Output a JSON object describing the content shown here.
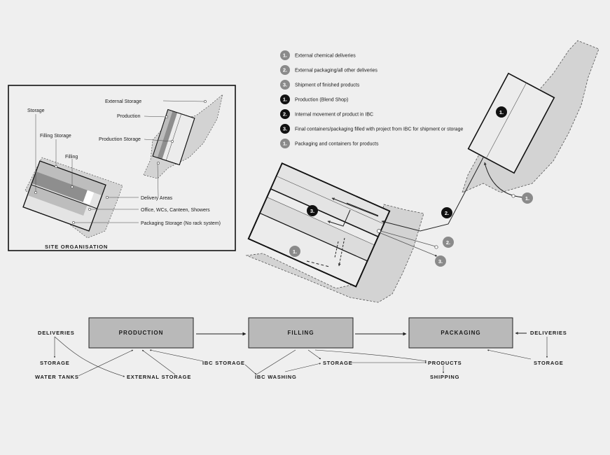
{
  "legend": [
    {
      "num": "1.",
      "style": "grey",
      "text": "External chemical deliveries"
    },
    {
      "num": "2.",
      "style": "grey",
      "text": "External packaging/all other deliveries"
    },
    {
      "num": "3.",
      "style": "grey",
      "text": "Shipment of finished products"
    },
    {
      "num": "1.",
      "style": "black",
      "text": "Production (Blend Shop)"
    },
    {
      "num": "2.",
      "style": "black",
      "text": "Internal movement of product in IBC"
    },
    {
      "num": "3.",
      "style": "black",
      "text": "Final containers/packaging filled with project from IBC for shipment or storage"
    },
    {
      "num": "1.",
      "style": "grey",
      "text": "Packaging and containers for products"
    }
  ],
  "site_plan": {
    "title": "SITE ORGANISATION",
    "labels": {
      "storage": "Storage",
      "filling_storage": "Filling Storage",
      "filling": "Filling",
      "external_storage": "External Storage",
      "production": "Production",
      "production_storage": "Production Storage",
      "delivery_areas": "Delivery Areas",
      "office": "Office, WCs, Canteen, Showers",
      "packaging_storage": "Packaging Storage (No rack system)"
    }
  },
  "main_plan": {
    "markers": {
      "prod_black": "1.",
      "ext_grey_1": "1.",
      "int_black_2": "2.",
      "ext_grey_2": "2.",
      "ext_grey_3": "3.",
      "fill_black_3": "3.",
      "pack_grey_1": "1."
    }
  },
  "flow": {
    "boxes": {
      "production": "PRODUCTION",
      "filling": "FILLING",
      "packaging": "PACKAGING"
    },
    "labels": {
      "deliveries_left": "DELIVERIES",
      "storage_left": "STORAGE",
      "water_tanks": "WATER TANKS",
      "external_storage": "EXTERNAL STORAGE",
      "ibc_storage": "IBC STORAGE",
      "ibc_washing": "IBC WASHING",
      "storage_mid": "STORAGE",
      "products": "PRODUCTS",
      "shipping": "SHIPPING",
      "deliveries_right": "DELIVERIES",
      "storage_right": "STORAGE"
    }
  },
  "colors": {
    "background": "#efefef",
    "hatch_grey": "#d3d3d3",
    "box_grey": "#b9b9b9",
    "marker_grey": "#8a8a8a",
    "marker_black": "#111111"
  }
}
